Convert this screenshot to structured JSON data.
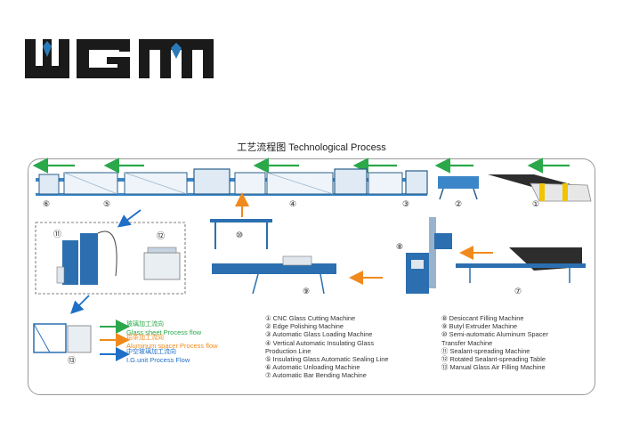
{
  "logo": {
    "text": "WGM",
    "color": "#1a1a1a",
    "accent": "#2a7ab8"
  },
  "title": "工艺流程图 Technological Process",
  "steps": [
    "①",
    "②",
    "③",
    "④",
    "⑤",
    "⑥",
    "⑦",
    "⑧",
    "⑨",
    "⑩",
    "⑪",
    "⑫",
    "⑬"
  ],
  "legend": [
    {
      "cn": "玻璃加工流向",
      "en": "Glass sheet Process flow",
      "color": "#2aa84a"
    },
    {
      "cn": "铝条加工流向",
      "en": "Aluminum spacer Process flow",
      "color": "#f08a1c"
    },
    {
      "cn": "中空玻璃加工流向",
      "en": "I.G.unit  Process Flow",
      "color": "#1f6fc8"
    }
  ],
  "machines_left": [
    "① CNC Glass Cutting Machine",
    "② Edge Polishing Machine",
    "③ Automatic Glass Loading Machine",
    "④ Vertical Automatic Insulating Glass",
    "     Production Line",
    "⑤ Insulating Glass Automatic Sealing Line",
    "⑥ Automatic Unloading Machine",
    "⑦ Automatic Bar Bending Machine"
  ],
  "machines_right": [
    "⑧ Desiccant Filling Machine",
    "⑨ Butyl Extruder Machine",
    "⑩ Semi-automatic Aluminum Spacer",
    "     Transfer Machine",
    "⑪ Sealant-spreading Machine",
    "⑫ Rotated Sealant-spreading Table",
    "⑬ Manual Glass Air Filling Machine"
  ]
}
